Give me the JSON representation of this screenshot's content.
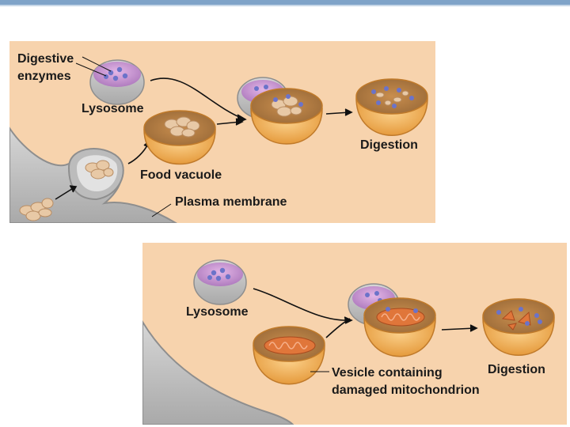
{
  "top_panel": {
    "labels": {
      "digestive_enzymes_line1": "Digestive",
      "digestive_enzymes_line2": "enzymes",
      "lysosome": "Lysosome",
      "food_vacuole": "Food vacuole",
      "plasma_membrane": "Plasma membrane",
      "digestion": "Digestion"
    }
  },
  "bottom_panel": {
    "labels": {
      "lysosome": "Lysosome",
      "vesicle_line1": "Vesicle containing",
      "vesicle_line2": "damaged mitochondrion",
      "digestion": "Digestion"
    }
  },
  "colors": {
    "panel_background": "#f7d3ad",
    "membrane_gray": "#c7c7c7",
    "lysosome_purple": "#b98cc4",
    "enzyme_blue": "#6b73c9",
    "vesicle_orange": "#eeb25a",
    "food_particle": "#e8c9a6",
    "mitochondrion": "#e0763a"
  }
}
